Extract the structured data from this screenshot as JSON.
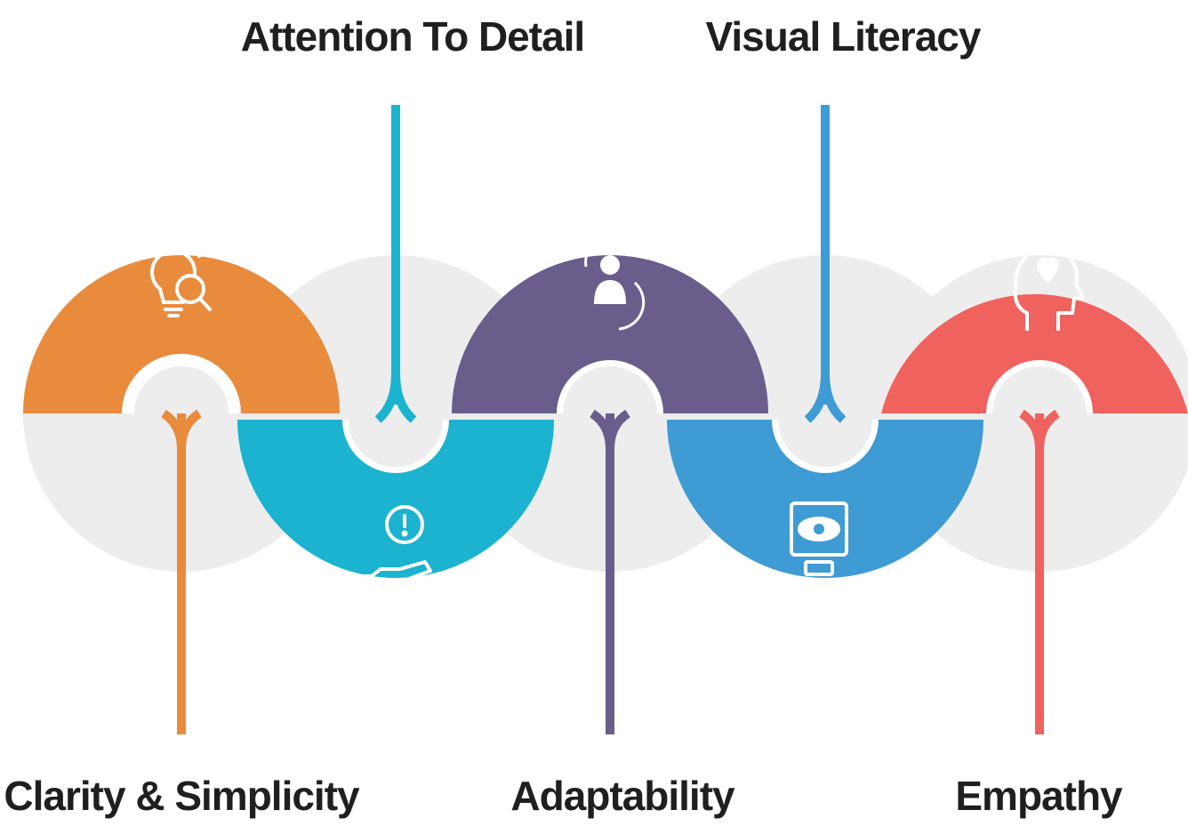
{
  "labels": {
    "attention": "Attention To Detail",
    "visual": "Visual Literacy",
    "clarity": "Clarity & Simplicity",
    "adaptability": "Adaptability",
    "empathy": "Empathy"
  },
  "colors": {
    "orange": "#E98B3C",
    "teal": "#1BB3CF",
    "purple": "#6A5D8C",
    "blue": "#3E9BD4",
    "red": "#F0625D",
    "ghost": "#EDEDED"
  },
  "icons": {
    "orange": "lightbulb-magnifier-icon",
    "teal": "hand-alert-icon",
    "purple": "user-refresh-icon",
    "blue": "eye-monitor-icon",
    "red": "head-heart-icon"
  }
}
